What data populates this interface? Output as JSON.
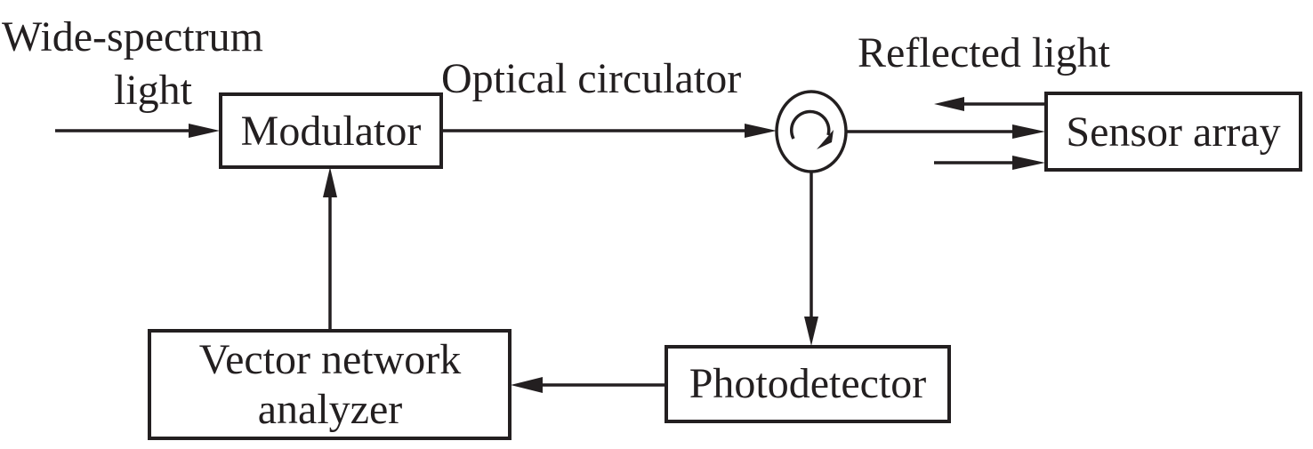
{
  "diagram": {
    "title": "Optical sensor array interrogation setup",
    "colors": {
      "stroke": "#231f20",
      "background": "#ffffff"
    },
    "blocks": {
      "modulator": "Modulator",
      "sensor_array": "Sensor array",
      "vna_line1": "Vector network",
      "vna_line2": "analyzer",
      "photodetector": "Photodetector",
      "circulator_symbol": "circulator-icon"
    },
    "labels": {
      "input_line1": "Wide-spectrum",
      "input_line2": "light",
      "circulator": "Optical circulator",
      "reflected": "Reflected light"
    },
    "connections": [
      {
        "from": "Wide-spectrum light",
        "to": "Modulator"
      },
      {
        "from": "Modulator",
        "to": "Optical circulator"
      },
      {
        "from": "Optical circulator",
        "to": "Sensor array"
      },
      {
        "from": "Sensor array",
        "to": "Optical circulator",
        "label": "Reflected light"
      },
      {
        "from": "Optical circulator",
        "to": "Photodetector"
      },
      {
        "from": "Photodetector",
        "to": "Vector network analyzer"
      },
      {
        "from": "Vector network analyzer",
        "to": "Modulator"
      }
    ]
  }
}
